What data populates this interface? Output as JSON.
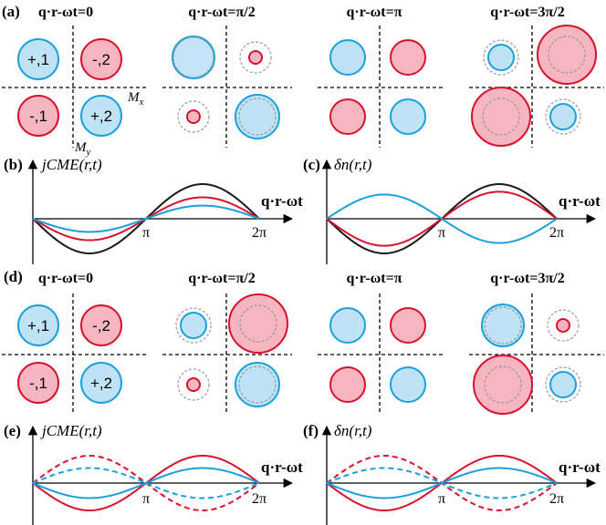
{
  "colors": {
    "blue_fill": "#bfe3f5",
    "blue_stroke": "#1aa0dc",
    "red_fill": "#f5b6c0",
    "red_stroke": "#d9102e",
    "dash_gray": "#999999",
    "black": "#1a1a1a"
  },
  "phase_titles": [
    "q·r-ωt=0",
    "q·r-ωt=π/2",
    "q·r-ωt=π",
    "q·r-ωt=3π/2"
  ],
  "mirror_labels": {
    "mx": "Mx",
    "my": "My"
  },
  "panels": {
    "a": {
      "label": "(a)",
      "cell_labels": [
        "+,1",
        "-,2",
        "-,1",
        "+,2"
      ]
    },
    "b": {
      "label": "(b)",
      "ylabel": "jCME(r,t)",
      "xlabel": "q·r-ωt",
      "ticks": [
        "π",
        "2π"
      ]
    },
    "c": {
      "label": "(c)",
      "ylabel": "δn(r,t)",
      "xlabel": "q·r-ωt",
      "ticks": [
        "π",
        "2π"
      ]
    },
    "d": {
      "label": "(d)",
      "cell_labels": [
        "+,1",
        "-,2",
        "-,1",
        "+,2"
      ]
    },
    "e": {
      "label": "(e)",
      "ylabel": "jCME(r,t)",
      "xlabel": "q·r-ωt",
      "ticks": [
        "π",
        "2π"
      ]
    },
    "f": {
      "label": "(f)",
      "ylabel": "δn(r,t)",
      "xlabel": "q·r-ωt",
      "ticks": [
        "π",
        "2π"
      ]
    }
  },
  "chart_data": [
    {
      "panel": "b",
      "type": "line",
      "x_range": [
        0,
        6.2832
      ],
      "ylim": [
        -1.2,
        1.2
      ],
      "series": [
        {
          "color": "black",
          "style": "solid",
          "function": "-a*sin(x)",
          "amplitude": 1.0
        },
        {
          "color": "red",
          "style": "solid",
          "function": "-a*sin(x)",
          "amplitude": 0.62
        },
        {
          "color": "blue",
          "style": "solid",
          "function": "-a*sin(x)",
          "amplitude": 0.38
        }
      ]
    },
    {
      "panel": "c",
      "type": "line",
      "x_range": [
        0,
        6.2832
      ],
      "ylim": [
        -1.2,
        1.2
      ],
      "series": [
        {
          "color": "black",
          "style": "solid",
          "function": "-a*sin(x)",
          "amplitude": 1.0
        },
        {
          "color": "red",
          "style": "solid",
          "function": "-a*sin(x)",
          "amplitude": 0.78
        },
        {
          "color": "blue",
          "style": "solid",
          "function": "a*sin(x)",
          "amplitude": 0.7
        }
      ]
    },
    {
      "panel": "e",
      "type": "line",
      "x_range": [
        0,
        6.2832
      ],
      "ylim": [
        -1.2,
        1.2
      ],
      "series": [
        {
          "color": "red",
          "style": "solid",
          "function": "-a*sin(x)",
          "amplitude": 1.0
        },
        {
          "color": "red",
          "style": "dashed",
          "function": "a*sin(x)",
          "amplitude": 1.0
        },
        {
          "color": "blue",
          "style": "solid",
          "function": "-a*sin(x)",
          "amplitude": 0.55
        },
        {
          "color": "blue",
          "style": "dashed",
          "function": "a*sin(x)",
          "amplitude": 0.55
        }
      ]
    },
    {
      "panel": "f",
      "type": "line",
      "x_range": [
        0,
        6.2832
      ],
      "ylim": [
        -1.2,
        1.2
      ],
      "series": [
        {
          "color": "red",
          "style": "solid",
          "function": "-a*sin(x)",
          "amplitude": 1.0
        },
        {
          "color": "red",
          "style": "dashed",
          "function": "a*sin(x)",
          "amplitude": 1.0
        },
        {
          "color": "blue",
          "style": "solid",
          "function": "-a*sin(x)",
          "amplitude": 0.55
        },
        {
          "color": "blue",
          "style": "dashed",
          "function": "a*sin(x)",
          "amplitude": 0.55
        }
      ]
    }
  ]
}
